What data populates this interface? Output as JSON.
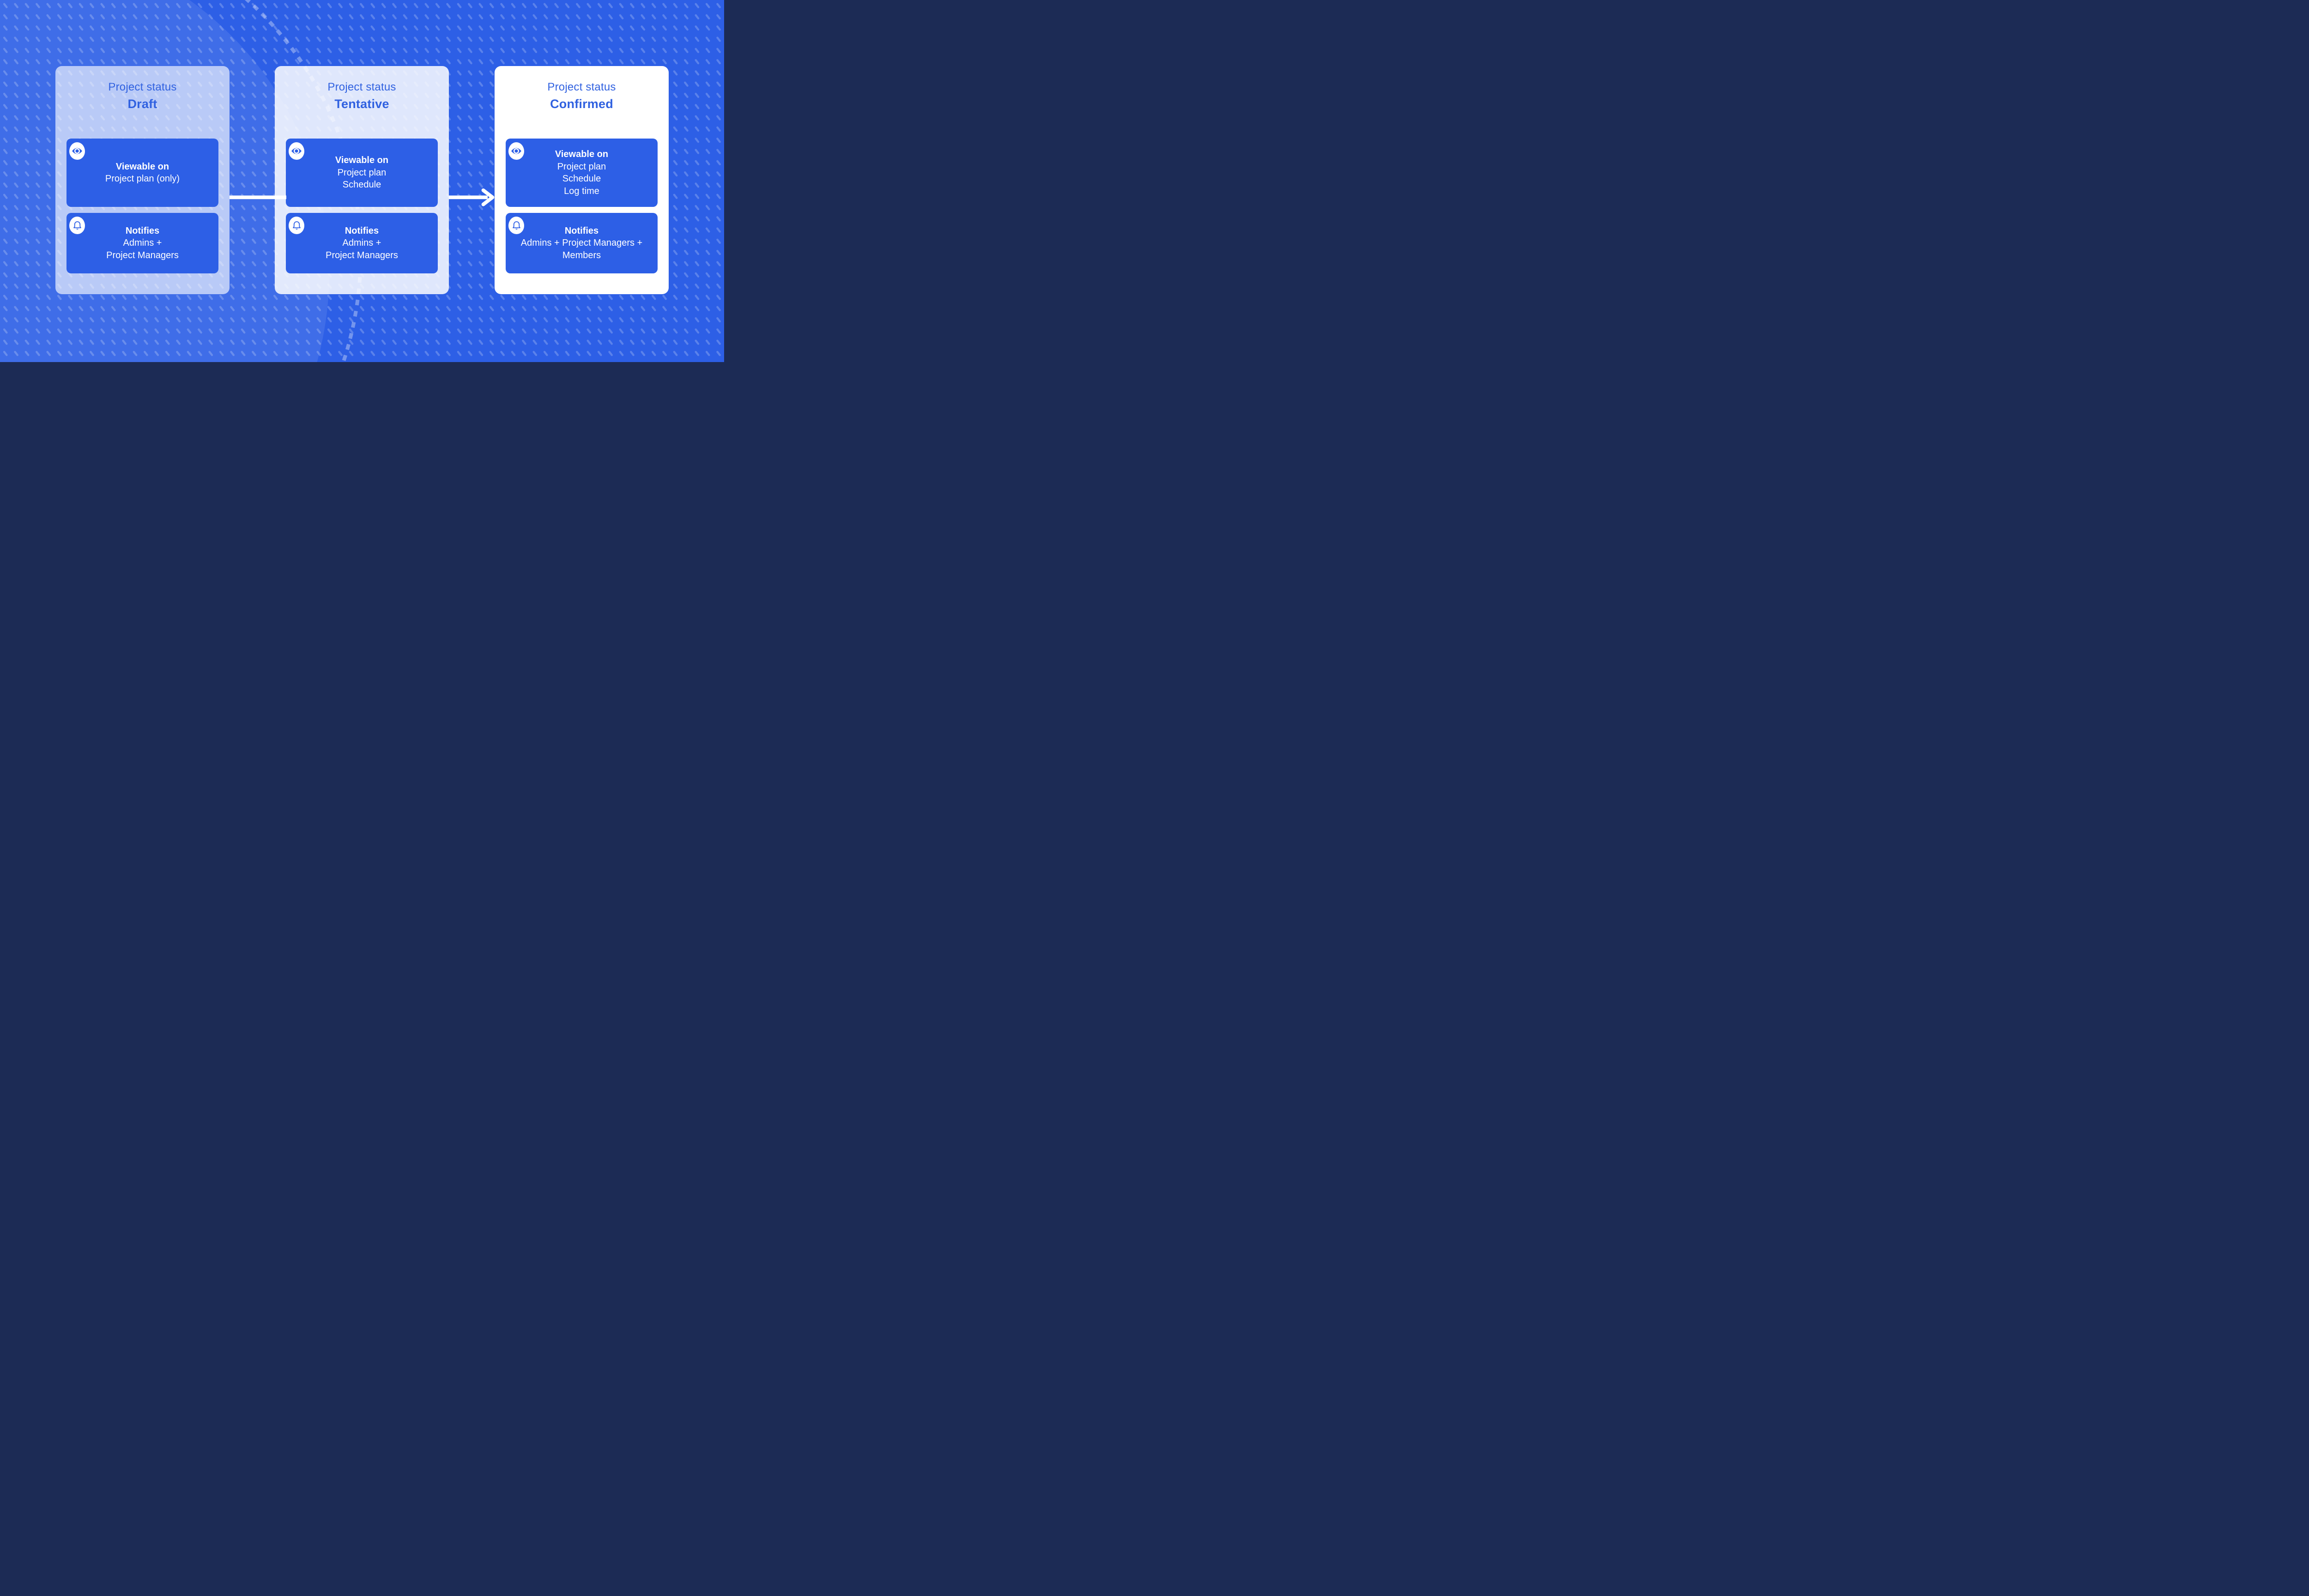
{
  "meta": {
    "description": "Project status flow infographic",
    "colors": {
      "background_blue": "#2D5FE6",
      "inner_box_blue": "#2D5FE6",
      "title_blue": "#3061E0",
      "card_draft_bg": "rgba(255,255,255,0.64)",
      "card_tentative_bg": "rgba(255,255,255,0.85)",
      "card_confirmed_bg": "#FFFFFF",
      "arrow_white": "#FFFFFF",
      "pattern_dash": "rgba(255,255,255,0.22)",
      "light_circle": "rgba(255,255,255,0.09)",
      "dashed_ring": "rgba(255,255,255,0.34)"
    }
  },
  "icons": {
    "viewable": "eye-icon",
    "notifies": "bell-icon"
  },
  "cards": [
    {
      "title_prefix": "Project status",
      "status": "Draft",
      "viewable": {
        "heading": "Viewable on",
        "lines": [
          "Project plan (only)"
        ]
      },
      "notifies": {
        "heading": "Notifies",
        "lines": [
          "Admins +",
          "Project Managers"
        ]
      }
    },
    {
      "title_prefix": "Project status",
      "status": "Tentative",
      "viewable": {
        "heading": "Viewable on",
        "lines": [
          "Project plan",
          "Schedule"
        ]
      },
      "notifies": {
        "heading": "Notifies",
        "lines": [
          "Admins +",
          "Project Managers"
        ]
      }
    },
    {
      "title_prefix": "Project status",
      "status": "Confirmed",
      "viewable": {
        "heading": "Viewable on",
        "lines": [
          "Project plan",
          "Schedule",
          "Log time"
        ]
      },
      "notifies": {
        "heading": "Notifies",
        "lines": [
          "Admins + Project Managers +",
          "Members"
        ]
      }
    }
  ]
}
